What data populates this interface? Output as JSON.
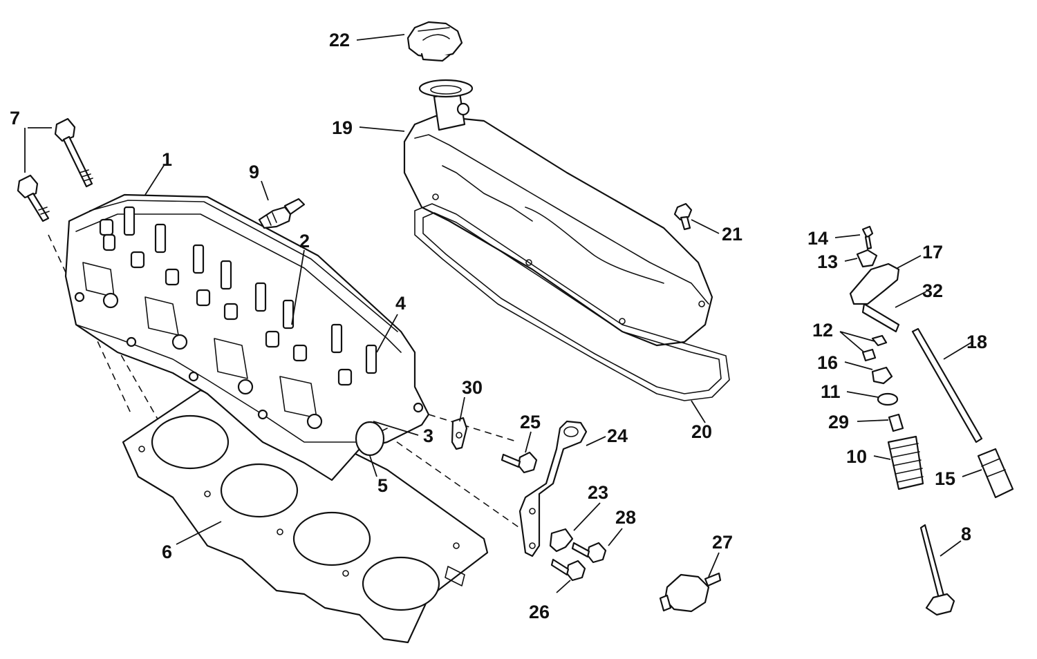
{
  "diagram": {
    "callouts": {
      "c1": "1",
      "c2": "2",
      "c3": "3",
      "c4": "4",
      "c5": "5",
      "c6": "6",
      "c7": "7",
      "c8": "8",
      "c9": "9",
      "c10": "10",
      "c11": "11",
      "c12": "12",
      "c13": "13",
      "c14": "14",
      "c15": "15",
      "c16": "16",
      "c17": "17",
      "c18": "18",
      "c19": "19",
      "c20": "20",
      "c21": "21",
      "c22": "22",
      "c23": "23",
      "c24": "24",
      "c25": "25",
      "c26": "26",
      "c27": "27",
      "c28": "28",
      "c29": "29",
      "c30": "30",
      "c32": "32"
    },
    "line_color": "#111111",
    "background": "#ffffff"
  }
}
